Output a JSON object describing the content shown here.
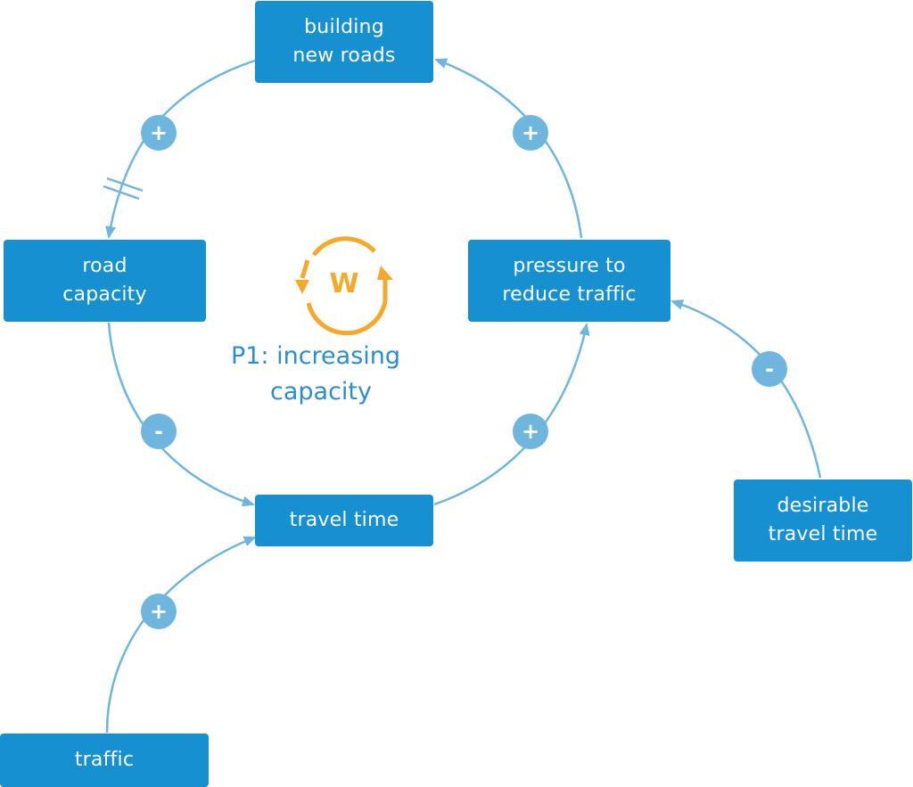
{
  "colors": {
    "node_fill": "#1690D0",
    "link": "#6EB6DE",
    "polarity_fill": "#6EB6DE",
    "polarity_text": "#FFFFFF",
    "loop_icon": "#F6A82B",
    "loop_title": "#2A8ED0"
  },
  "nodes": {
    "building": [
      "building",
      "new roads"
    ],
    "road": [
      "road",
      "capacity"
    ],
    "pressure": [
      "pressure to",
      "reduce traffic"
    ],
    "travel": [
      "travel time"
    ],
    "desirable": [
      "desirable",
      "travel time"
    ],
    "traffic": [
      "traffic"
    ]
  },
  "links": [
    {
      "from": "building new roads",
      "to": "road capacity",
      "polarity": "+",
      "delay": true
    },
    {
      "from": "road capacity",
      "to": "travel time",
      "polarity": "-",
      "delay": false
    },
    {
      "from": "travel time",
      "to": "pressure to reduce traffic",
      "polarity": "+",
      "delay": false
    },
    {
      "from": "pressure to reduce traffic",
      "to": "building new roads",
      "polarity": "+",
      "delay": false
    },
    {
      "from": "desirable travel time",
      "to": "pressure to reduce traffic",
      "polarity": "-",
      "delay": false
    },
    {
      "from": "traffic",
      "to": "travel time",
      "polarity": "+",
      "delay": false
    }
  ],
  "loop": {
    "icon_letter": "W",
    "icon_name": "balancing-loop-icon",
    "title_line1": "P1: increasing",
    "title_line2": "capacity"
  }
}
